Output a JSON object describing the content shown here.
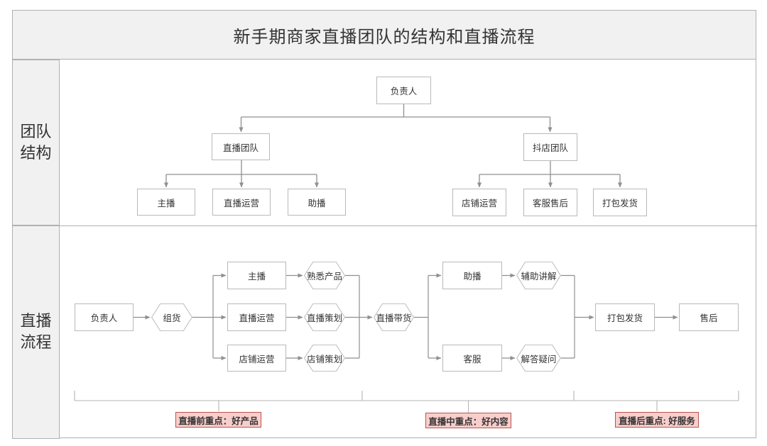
{
  "title": "新手期商家直播团队的结构和直播流程",
  "row_labels": {
    "structure": "团队结构",
    "process": "直播流程"
  },
  "team": {
    "root": "负责人",
    "live_team": "直播团队",
    "shop_team": "抖店团队",
    "anchor": "主播",
    "live_ops": "直播运营",
    "co_anchor": "助播",
    "shop_ops": "店铺运营",
    "cs_aftersale": "客服售后",
    "packing": "打包发货"
  },
  "flow": {
    "leader": "负责人",
    "assemble_goods": "组货",
    "anchor": "主播",
    "live_ops": "直播运营",
    "shop_ops": "店铺运营",
    "know_product": "熟悉产品",
    "live_planning": "直播策划",
    "shop_planning": "店铺策划",
    "live_selling": "直播带货",
    "co_anchor": "助播",
    "customer_service": "客服",
    "aid_explain": "辅助讲解",
    "answer_questions": "解答疑问",
    "packing": "打包发货",
    "aftersale": "售后"
  },
  "callouts": {
    "pre": "直播前重点：好产品",
    "during": "直播中重点：好内容",
    "post": "直播后重点: 好服务"
  },
  "colors": {
    "panel_fill": "#f1f1f1",
    "node_border": "#b9b9b9",
    "connector": "#8f8f8f",
    "callout_fill": "#f8cecc",
    "callout_border": "#b85450"
  }
}
